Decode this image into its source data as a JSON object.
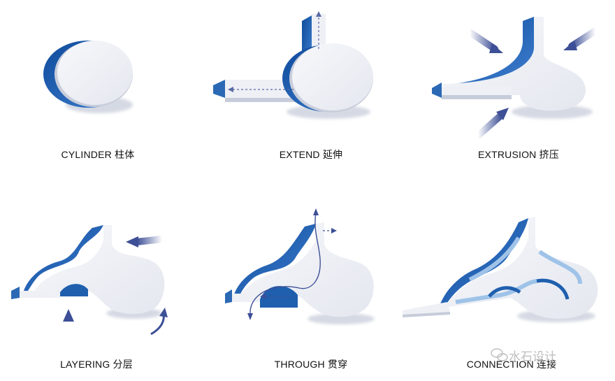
{
  "steps": [
    {
      "id": "cylinder",
      "label": "CYLINDER 柱体"
    },
    {
      "id": "extend",
      "label": "EXTEND 延伸"
    },
    {
      "id": "extrusion",
      "label": "EXTRUSION 挤压"
    },
    {
      "id": "layering",
      "label": "LAYERING 分层"
    },
    {
      "id": "through",
      "label": "THROUGH 贯穿"
    },
    {
      "id": "connection",
      "label": "CONNECTION 连接"
    }
  ],
  "watermark": {
    "text": "水石设计",
    "icon": "wechat-icon"
  },
  "colors": {
    "blue": "#1f5fae",
    "surface": "#eef0f5",
    "arrow": "#3d4f96"
  }
}
